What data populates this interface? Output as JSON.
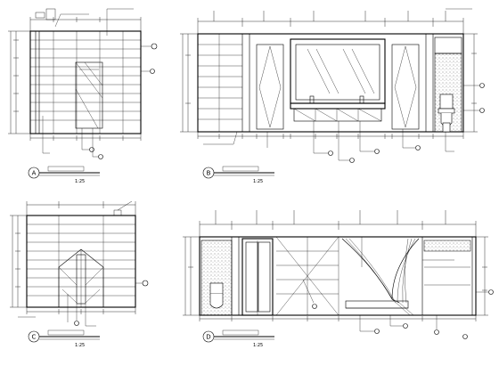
{
  "panels": {
    "a": {
      "tag": "A",
      "scale": "1:25"
    },
    "b": {
      "tag": "B",
      "scale": "1:25"
    },
    "c": {
      "tag": "C",
      "scale": "1:25"
    },
    "d": {
      "tag": "D",
      "scale": "1:25"
    }
  },
  "colors": {
    "line": "#000000",
    "paper": "#ffffff",
    "stipple": "#888888"
  }
}
